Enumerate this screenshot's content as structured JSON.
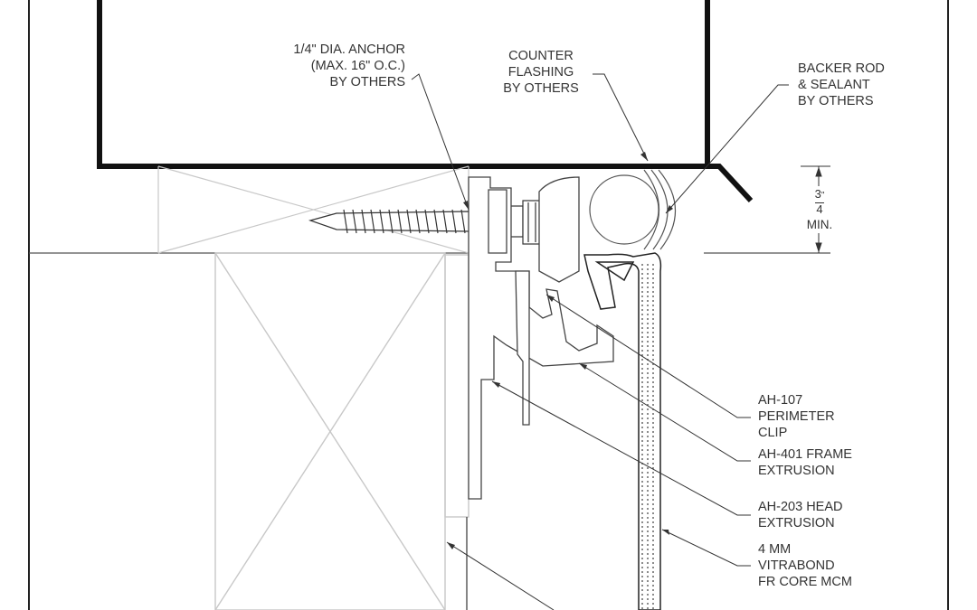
{
  "labels": {
    "anchor": [
      "1/4\" DIA. ANCHOR",
      "(MAX. 16\" O.C.)",
      "BY OTHERS"
    ],
    "counter_flashing": [
      "COUNTER",
      "FLASHING",
      "BY OTHERS"
    ],
    "backer_rod": [
      "BACKER ROD",
      "& SEALANT",
      "BY OTHERS"
    ],
    "perimeter_clip": [
      "AH-107",
      "PERIMETER",
      "CLIP"
    ],
    "frame_extrusion": [
      "AH-401 FRAME",
      "EXTRUSION"
    ],
    "head_extrusion": [
      "AH-203 HEAD",
      "EXTRUSION"
    ],
    "mcm_panel": [
      "4 MM",
      "VITRABOND",
      "FR CORE MCM"
    ]
  },
  "dimension": {
    "numerator": "3",
    "denominator": "4",
    "inch_mark": "\"",
    "note": "MIN."
  },
  "colors": {
    "heavy_line": "#111111",
    "part_line": "#555555",
    "light_line": "#c8c8c8",
    "text": "#333333"
  }
}
